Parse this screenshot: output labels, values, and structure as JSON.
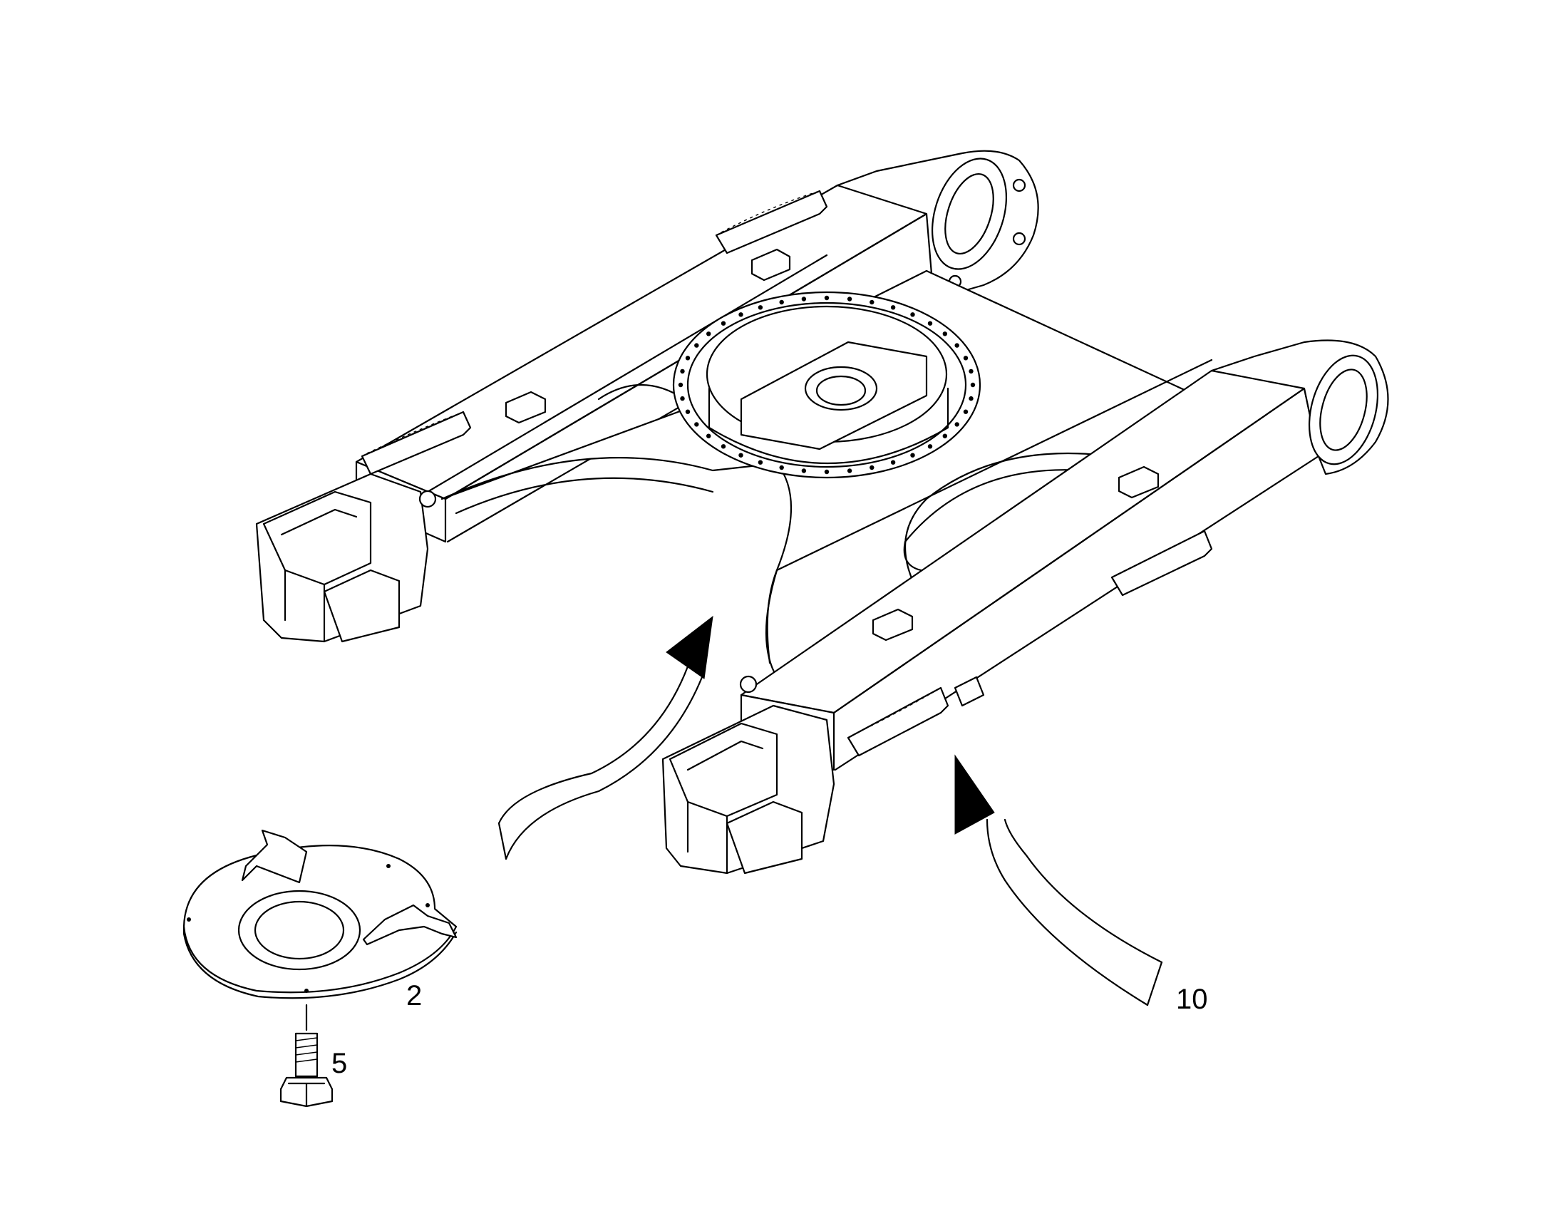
{
  "callouts": {
    "swing_plate": "2",
    "bolt": "5",
    "undercarriage_frame": "10"
  },
  "colors": {
    "line": "#000000",
    "background": "#ffffff"
  }
}
